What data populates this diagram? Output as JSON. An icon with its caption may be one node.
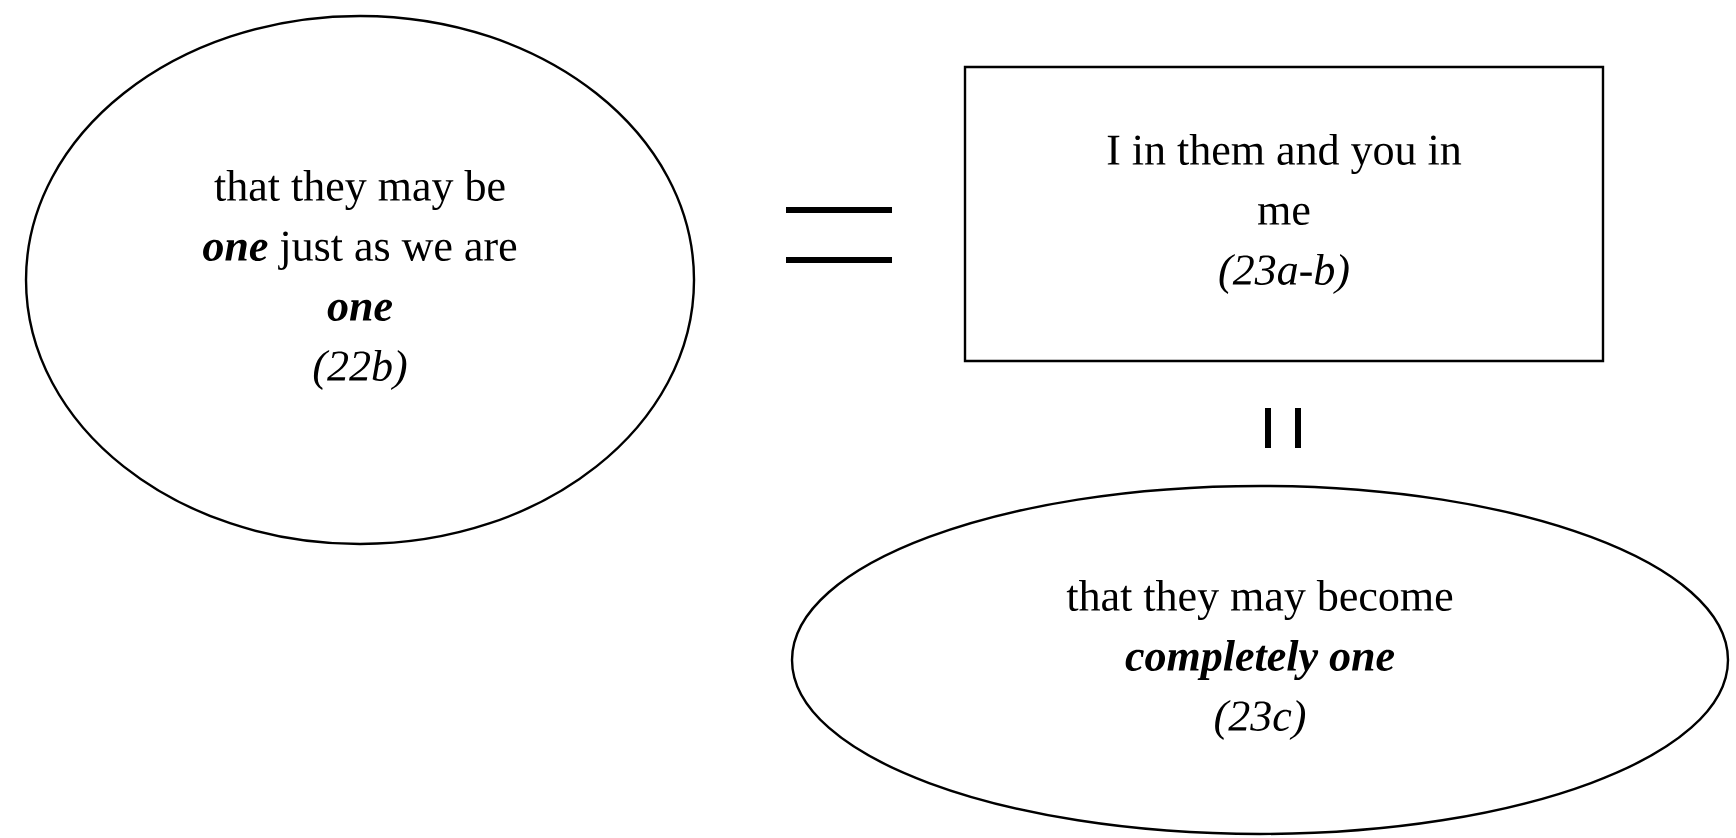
{
  "diagram": {
    "nodes": [
      {
        "text": [
          "that they may be **one** just as we are **one**",
          "(22b)"
        ]
      },
      {
        "text": [
          "I in them and you in me",
          "(23a-b)"
        ]
      },
      {
        "text": [
          "that they may become **completely one**",
          "(23c)"
        ]
      }
    ]
  }
}
